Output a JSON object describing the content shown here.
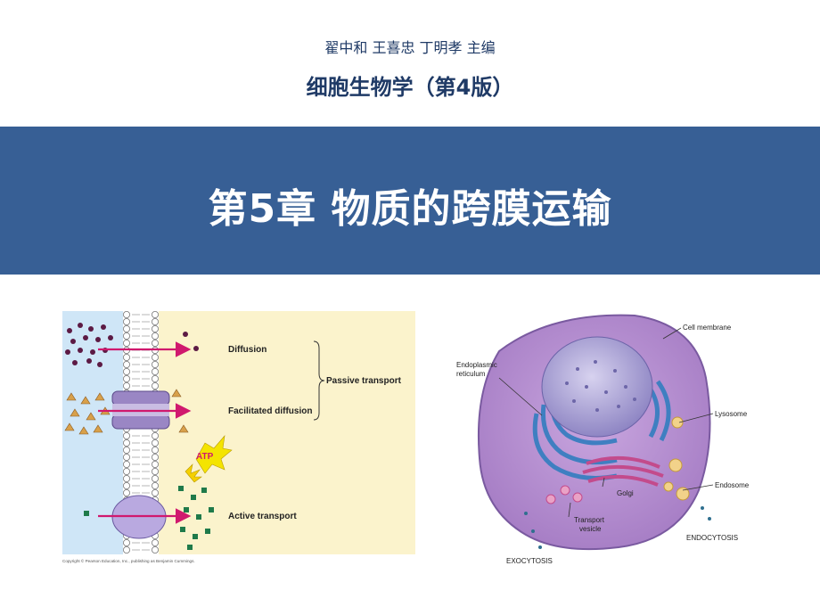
{
  "header": {
    "authors": "翟中和 王喜忠 丁明孝 主编",
    "book_title": "细胞生物学（第4版）"
  },
  "banner": {
    "chapter_title": "第5章  物质的跨膜运输",
    "color": "#375f95"
  },
  "transport_figure": {
    "diffusion_label": "Diffusion",
    "facilitated_label": "Facilitated diffusion",
    "active_label": "Active transport",
    "passive_label": "Passive transport",
    "atp_label": "ATP",
    "copyright": "Copyright © Pearson Education, Inc., publishing as Benjamin Cummings."
  },
  "cell_figure": {
    "cell_membrane_label": "Cell membrane",
    "er_label_line1": "Endoplasmic",
    "er_label_line2": "reticulum",
    "lysosome_label": "Lysosome",
    "golgi_label": "Golgi",
    "endosome_label": "Endosome",
    "transport_vesicle_line1": "Transport",
    "transport_vesicle_line2": "vesicle",
    "endocytosis_label": "ENDOCYTOSIS",
    "exocytosis_label": "EXOCYTOSIS"
  }
}
